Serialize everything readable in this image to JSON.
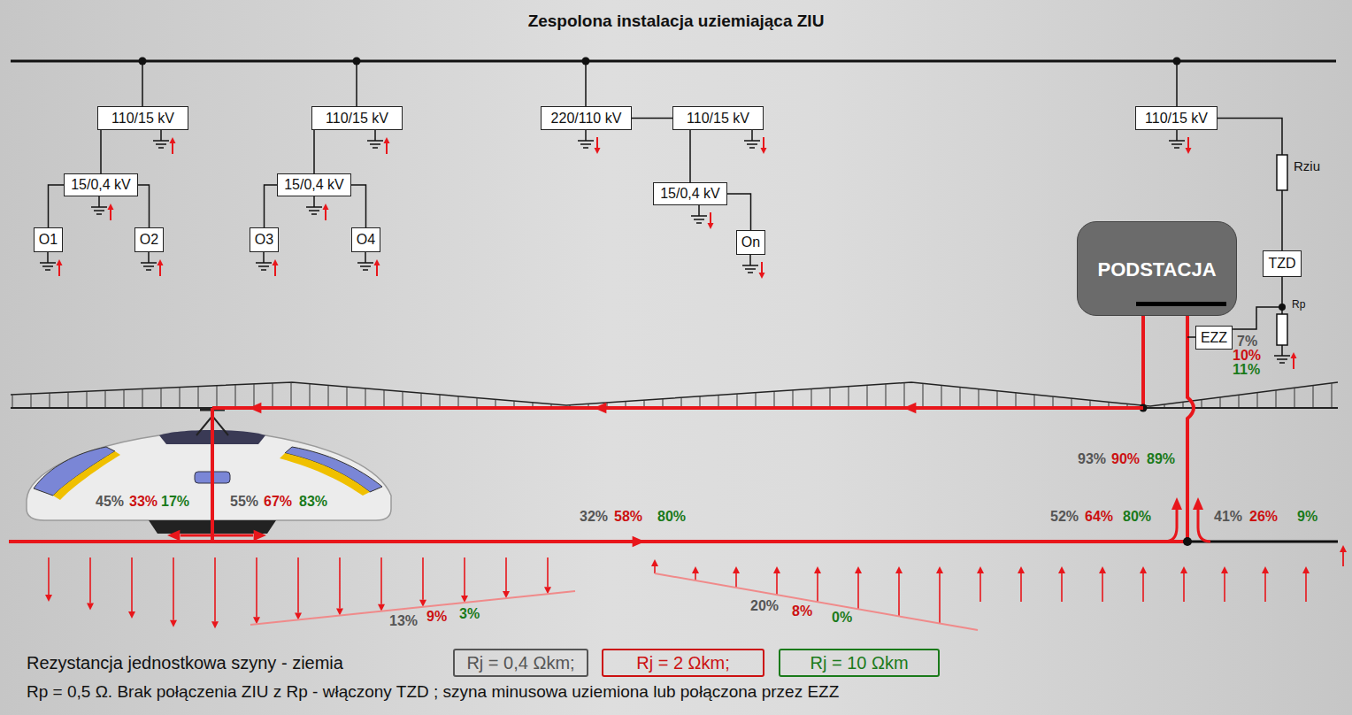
{
  "diagram": {
    "title": "Zespolona instalacja uziemiająca ZIU",
    "nodes": [
      {
        "text": [
          "110/15 kV"
        ]
      },
      {
        "text": [
          "15/0,4 kV"
        ]
      },
      {
        "text": [
          "O1"
        ]
      },
      {
        "text": [
          "O2"
        ]
      },
      {
        "text": [
          "110/15 kV"
        ]
      },
      {
        "text": [
          "15/0,4 kV"
        ]
      },
      {
        "text": [
          "O3"
        ]
      },
      {
        "text": [
          "O4"
        ]
      },
      {
        "text": [
          "220/110 kV"
        ]
      },
      {
        "text": [
          "110/15 kV"
        ]
      },
      {
        "text": [
          "15/0,4 kV"
        ]
      },
      {
        "text": [
          "On"
        ]
      },
      {
        "text": [
          "110/15 kV"
        ]
      },
      {
        "text": [
          "TZD"
        ]
      },
      {
        "text": [
          "PODSTACJA"
        ]
      },
      {
        "text": [
          "EZZ"
        ]
      }
    ],
    "edges": [
      {
        "from": 0,
        "to": 1,
        "arrow": "none"
      },
      {
        "from": 1,
        "to": 2,
        "arrow": "none"
      },
      {
        "from": 1,
        "to": 3,
        "arrow": "none"
      },
      {
        "from": 4,
        "to": 5,
        "arrow": "none"
      },
      {
        "from": 5,
        "to": 6,
        "arrow": "none"
      },
      {
        "from": 5,
        "to": 7,
        "arrow": "none"
      },
      {
        "from": 8,
        "to": 9,
        "arrow": "none"
      },
      {
        "from": 9,
        "to": 10,
        "arrow": "none"
      },
      {
        "from": 10,
        "to": 11,
        "arrow": "none"
      },
      {
        "from": 12,
        "to": 13,
        "arrow": "none"
      },
      {
        "from": 15,
        "to": 13,
        "arrow": "none"
      }
    ],
    "labels": [
      "7%",
      "10%",
      "11%",
      "93%",
      "90%",
      "89%",
      "45%",
      "33%",
      "17%",
      "55%",
      "67%",
      "83%",
      "32%",
      "58%",
      "80%",
      "52%",
      "64%",
      "80%",
      "41%",
      "26%",
      "9%",
      "13%",
      "9%",
      "3%",
      "20%",
      "8%",
      "0%",
      "Rziu",
      "Rp",
      "Rezystancja jednostkowa szyny - ziemia",
      "Rp = 0,5 Ω. Brak połączenia ZIU z Rp - włączony TZD ; szyna minusowa uziemiona lub połączona przez EZZ"
    ],
    "legend": [
      {
        "text": "Rj = 0,4 Ωkm;",
        "color": "#555555"
      },
      {
        "text": "Rj = 2 Ωkm;",
        "color": "#cc1111"
      },
      {
        "text": "Rj = 10 Ωkm",
        "color": "#1a7a1a"
      }
    ]
  }
}
